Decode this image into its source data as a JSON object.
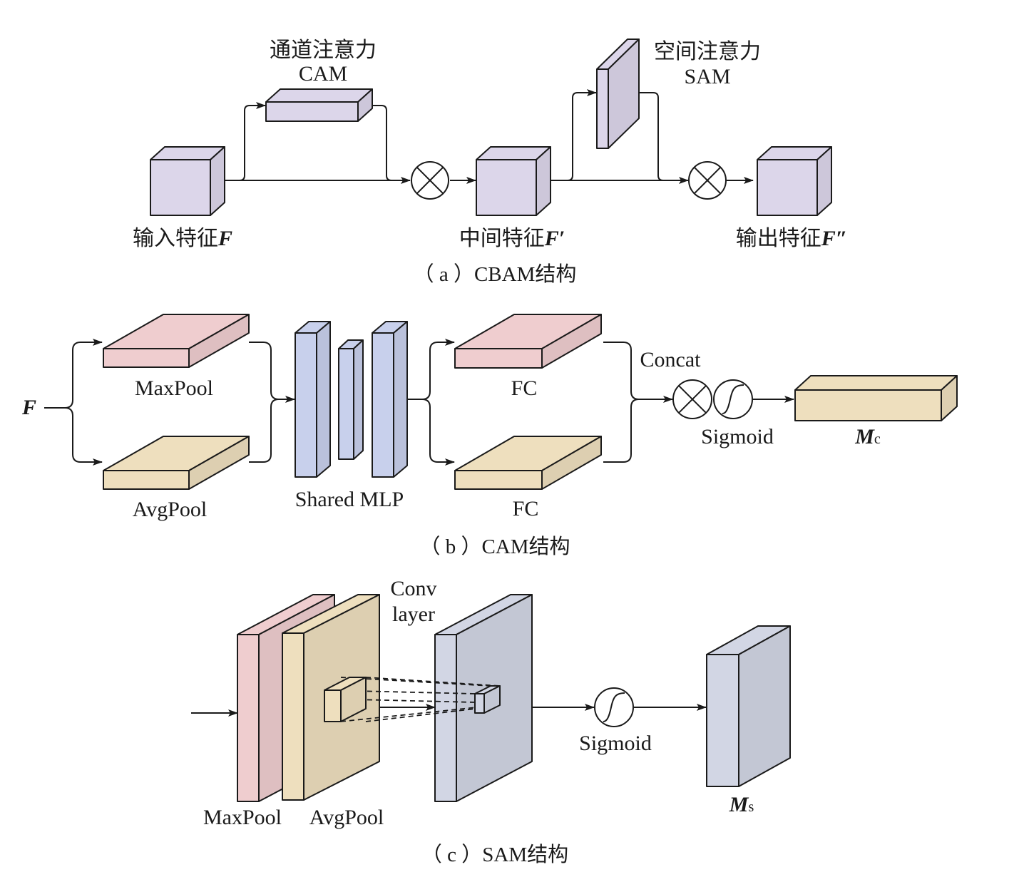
{
  "colors": {
    "purple": "#dcd6ea",
    "pink": "#efcdcf",
    "tan": "#eedfbe",
    "blue": "#c8d0ec",
    "gray_blue": "#d2d6e4",
    "stroke": "#1a1a1a"
  },
  "icons": {
    "multiply": "circled-times-icon",
    "sigmoid": "sigmoid-curve-icon"
  },
  "panel_a": {
    "cam_title": "通道注意力",
    "cam_abbr": "CAM",
    "sam_title": "空间注意力",
    "sam_abbr": "SAM",
    "input_text": "输入特征",
    "input_symbol": "F",
    "mid_text": "中间特征",
    "mid_symbol": "F′",
    "output_text": "输出特征",
    "output_symbol": "F″",
    "caption": "（ a ）CBAM结构"
  },
  "panel_b": {
    "input_symbol": "F",
    "maxpool": "MaxPool",
    "avgpool": "AvgPool",
    "shared_mlp": "Shared MLP",
    "fc_top": "FC",
    "fc_bottom": "FC",
    "concat": "Concat",
    "sigmoid": "Sigmoid",
    "output_symbol": "M",
    "output_subscript": "c",
    "caption": "（ b ）CAM结构"
  },
  "panel_c": {
    "maxpool": "MaxPool",
    "avgpool": "AvgPool",
    "conv_line1": "Conv",
    "conv_line2": "layer",
    "sigmoid": "Sigmoid",
    "output_symbol": "M",
    "output_subscript": "s",
    "caption": "（ c ）SAM结构"
  }
}
